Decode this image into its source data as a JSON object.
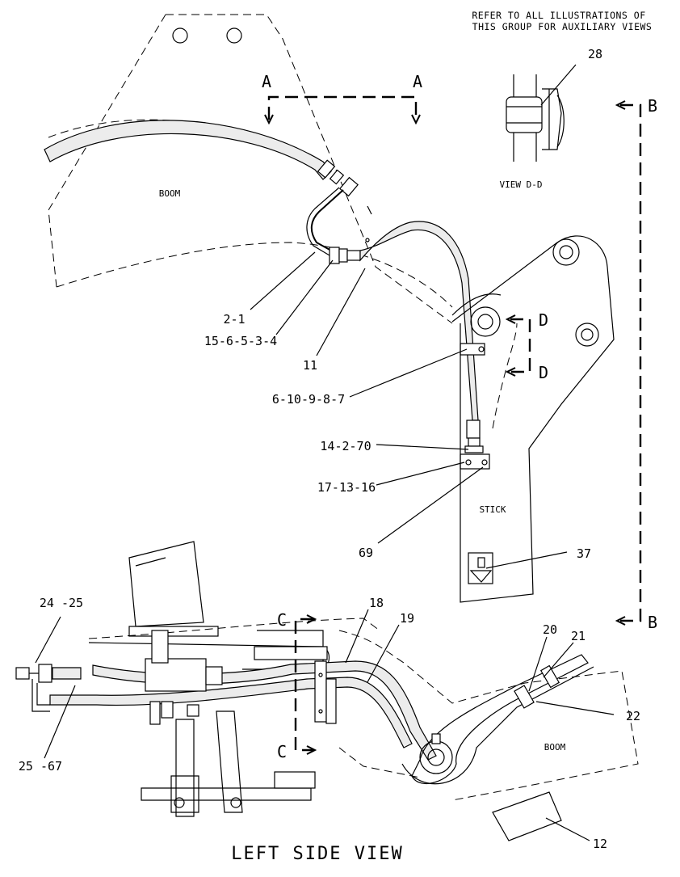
{
  "note": {
    "line1": "REFER TO ALL ILLUSTRATIONS OF",
    "line2": "THIS GROUP FOR AUXILIARY VIEWS"
  },
  "title": "LEFT SIDE VIEW",
  "view_label": "VIEW D-D",
  "components": {
    "boom_upper": "BOOM",
    "stick": "STICK",
    "boom_lower": "BOOM"
  },
  "section_markers": {
    "a_left": "A",
    "a_right": "A",
    "b_top": "B",
    "b_bottom": "B",
    "c_top": "C",
    "c_bottom": "C",
    "d_top": "D",
    "d_bottom": "D"
  },
  "callouts": {
    "c28": "28",
    "c2_1": "2-1",
    "c15_6_5_3_4": "15-6-5-3-4",
    "c11": "11",
    "c6_10_9_8_7": "6-10-9-8-7",
    "c14_2_70": "14-2-70",
    "c17_13_16": "17-13-16",
    "c69": "69",
    "c37": "37",
    "c18": "18",
    "c19": "19",
    "c20": "20",
    "c21": "21",
    "c22": "22",
    "c24_25": "24 -25",
    "c25_67": "25 -67",
    "c12": "12"
  }
}
